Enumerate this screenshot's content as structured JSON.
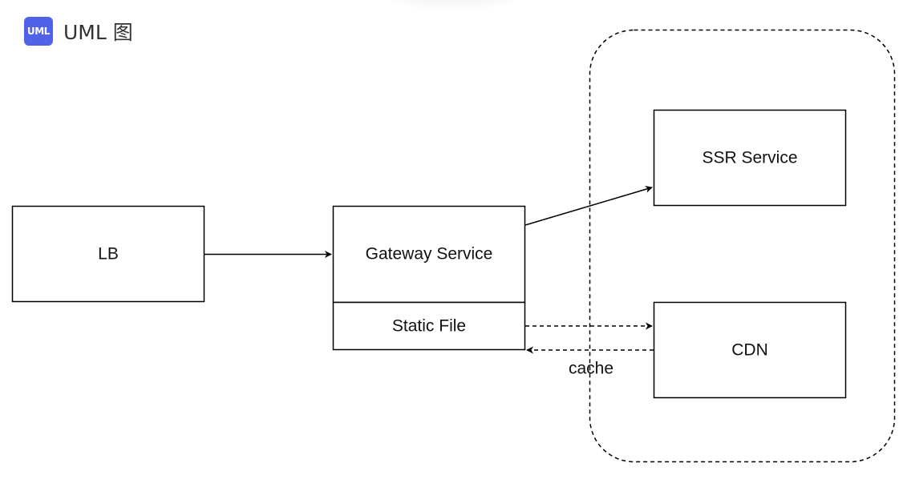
{
  "header": {
    "badge_text": "UML",
    "title": "UML 图"
  },
  "diagram": {
    "nodes": {
      "lb": "LB",
      "gateway": "Gateway Service",
      "static_file": "Static File",
      "ssr": "SSR Service",
      "cdn": "CDN"
    },
    "edges": {
      "cache_label": "cache"
    }
  },
  "colors": {
    "badge": "#5063e6",
    "stroke": "#000000",
    "text": "#111111"
  }
}
